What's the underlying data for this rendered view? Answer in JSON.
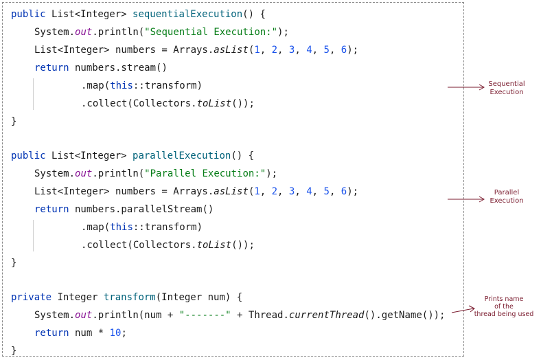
{
  "method1": {
    "sig_kw": "public",
    "sig_type": " List<Integer> ",
    "sig_name": "sequentialExecution",
    "sig_tail": "() {",
    "l2_a": "System.",
    "l2_out": "out",
    "l2_b": ".println(",
    "l2_str": "\"Sequential Execution:\"",
    "l2_c": ");",
    "l3_a": "List<Integer> numbers = Arrays.",
    "l3_fn": "asList",
    "l3_b": "(",
    "nums": [
      "1",
      "2",
      "3",
      "4",
      "5",
      "6"
    ],
    "l3_c": ");",
    "l4_kw": "return",
    "l4_b": " numbers.stream()",
    "l5_a": ".map(",
    "l5_kw": "this",
    "l5_b": "::transform)",
    "l6_a": ".collect(Collectors.",
    "l6_fn": "toList",
    "l6_b": "());",
    "close": "}"
  },
  "method2": {
    "sig_kw": "public",
    "sig_type": " List<Integer> ",
    "sig_name": "parallelExecution",
    "sig_tail": "() {",
    "l2_a": "System.",
    "l2_out": "out",
    "l2_b": ".println(",
    "l2_str": "\"Parallel Execution:\"",
    "l2_c": ");",
    "l3_a": "List<Integer> numbers = Arrays.",
    "l3_fn": "asList",
    "l3_b": "(",
    "nums": [
      "1",
      "2",
      "3",
      "4",
      "5",
      "6"
    ],
    "l3_c": ");",
    "l4_kw": "return",
    "l4_b": " numbers.parallelStream()",
    "l5_a": ".map(",
    "l5_kw": "this",
    "l5_b": "::transform)",
    "l6_a": ".collect(Collectors.",
    "l6_fn": "toList",
    "l6_b": "());",
    "close": "}"
  },
  "method3": {
    "sig_kw": "private",
    "sig_type": " Integer ",
    "sig_name": "transform",
    "sig_tail": "(Integer num) {",
    "l2_a": "System.",
    "l2_out": "out",
    "l2_b": ".println(num + ",
    "l2_str": "\"-------\"",
    "l2_c": " + Thread.",
    "l2_fn": "currentThread",
    "l2_d": "().getName());",
    "l3_kw": "return",
    "l3_b": " num * ",
    "l3_num": "10",
    "l3_c": ";",
    "close": "}"
  },
  "annotations": {
    "sequential": [
      "Sequential",
      "Execution"
    ],
    "parallel": [
      "Parallel",
      "Execution"
    ],
    "prints": [
      "Prints name",
      "of the",
      "thread being used"
    ]
  },
  "colors": {
    "keyword": "#0033b3",
    "method_name": "#00627a",
    "field": "#871094",
    "string": "#067d17",
    "number": "#1750eb",
    "annotation": "#7a1b2e"
  }
}
